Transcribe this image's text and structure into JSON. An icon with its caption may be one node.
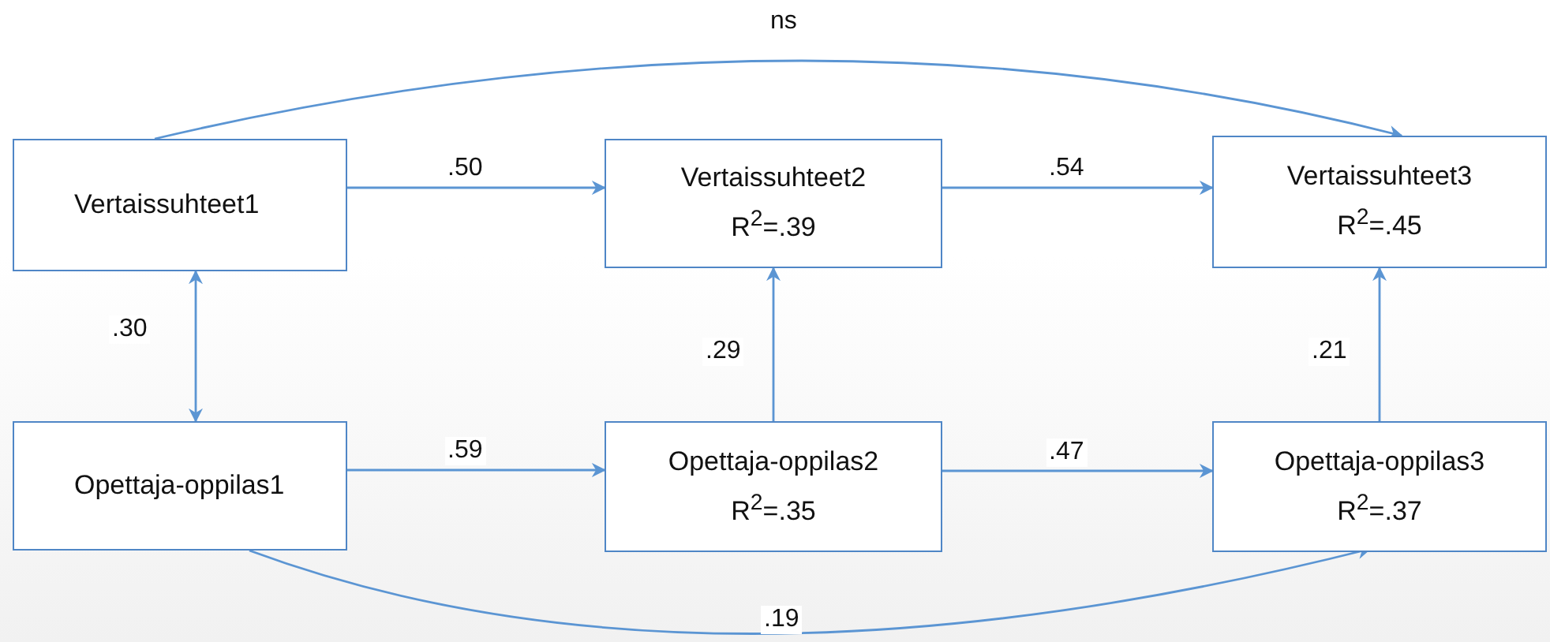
{
  "diagram": {
    "nodes": [
      {
        "text": [
          "Vertaissuhteet1"
        ]
      },
      {
        "text": [
          "Vertaissuhteet2",
          "R$^{2}$=.39"
        ]
      },
      {
        "text": [
          "Vertaissuhteet3",
          "R$^{2}$=.45"
        ]
      },
      {
        "text": [
          "Opettaja-oppilas1"
        ]
      },
      {
        "text": [
          "Opettaja-oppilas2",
          "R$^{2}$=.35"
        ]
      },
      {
        "text": [
          "Opettaja-oppilas3",
          "R$^{2}$=.37"
        ]
      }
    ],
    "edges": [
      {
        "from": 0,
        "to": 2,
        "arrow": "to",
        "label": "ns"
      },
      {
        "from": 0,
        "to": 1,
        "arrow": "to",
        "label": ".50"
      },
      {
        "from": 1,
        "to": 2,
        "arrow": "to",
        "label": ".54"
      },
      {
        "from": 0,
        "to": 3,
        "arrow": "both",
        "label": ".30"
      },
      {
        "from": 4,
        "to": 1,
        "arrow": "to",
        "label": ".29"
      },
      {
        "from": 5,
        "to": 2,
        "arrow": "to",
        "label": ".21"
      },
      {
        "from": 3,
        "to": 4,
        "arrow": "to",
        "label": ".59"
      },
      {
        "from": 4,
        "to": 5,
        "arrow": "to",
        "label": ".47"
      },
      {
        "from": 3,
        "to": 5,
        "arrow": "to",
        "label": ".19"
      }
    ]
  }
}
